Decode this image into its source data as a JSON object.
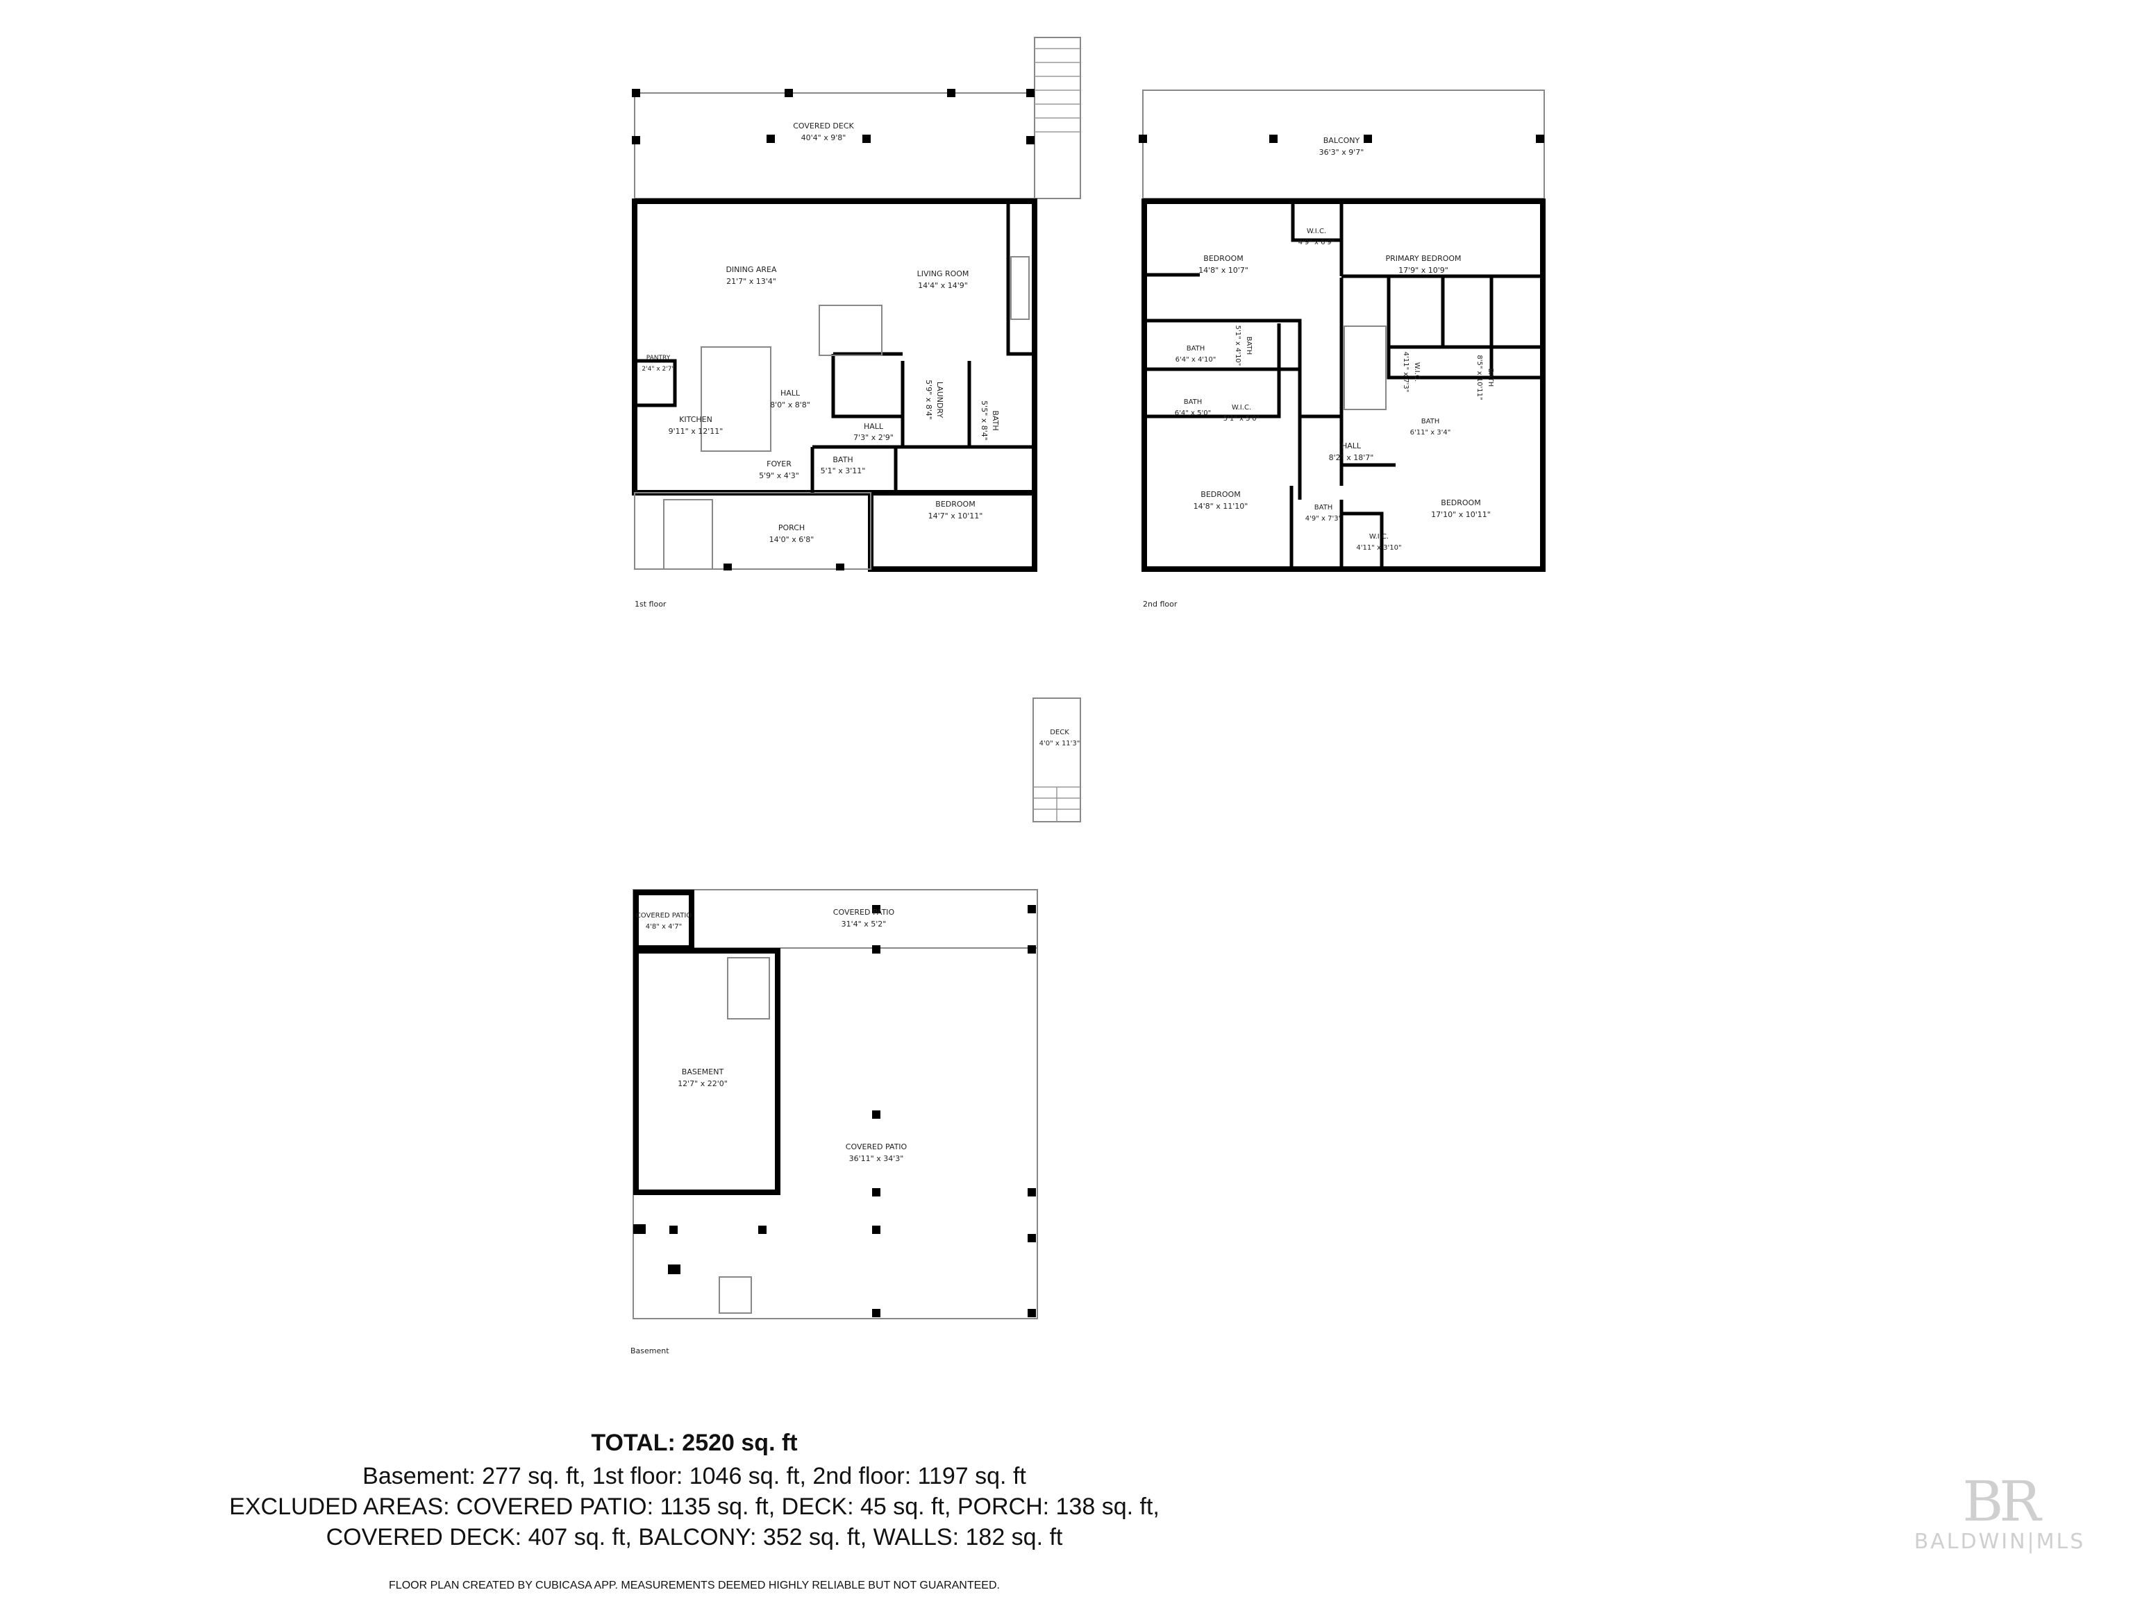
{
  "first_floor": {
    "caption": "1st floor",
    "rooms": [
      {
        "name": "COVERED DECK",
        "size": "40'4\" x 9'8\""
      },
      {
        "name": "DINING AREA",
        "size": "21'7\" x 13'4\""
      },
      {
        "name": "LIVING ROOM",
        "size": "14'4\" x 14'9\""
      },
      {
        "name": "PANTRY",
        "size": "2'4\" x 2'7\""
      },
      {
        "name": "HALL",
        "size": "8'0\" x 8'8\""
      },
      {
        "name": "KITCHEN",
        "size": "9'11\" x 12'11\""
      },
      {
        "name": "LAUNDRY",
        "size": "5'9\" x 8'4\""
      },
      {
        "name": "BATH",
        "size": "5'5\" x 8'4\""
      },
      {
        "name": "HALL",
        "size": "7'3\" x 2'9\""
      },
      {
        "name": "BATH",
        "size": "5'1\" x 3'11\""
      },
      {
        "name": "FOYER",
        "size": "5'9\" x 4'3\""
      },
      {
        "name": "BEDROOM",
        "size": "14'7\" x 10'11\""
      },
      {
        "name": "PORCH",
        "size": "14'0\" x 6'8\""
      }
    ]
  },
  "second_floor": {
    "caption": "2nd floor",
    "rooms": [
      {
        "name": "BALCONY",
        "size": "36'3\" x 9'7\""
      },
      {
        "name": "BEDROOM",
        "size": "14'8\" x 10'7\""
      },
      {
        "name": "W.I.C.",
        "size": "4'9\" x 6'9\""
      },
      {
        "name": "PRIMARY BEDROOM",
        "size": "17'9\" x 10'9\""
      },
      {
        "name": "BATH",
        "size": "6'4\" x 4'10\""
      },
      {
        "name": "BATH",
        "size": "5'1\" x 4'10\""
      },
      {
        "name": "W.I.C.",
        "size": "4'11\" x 7'3\""
      },
      {
        "name": "BATH",
        "size": "8'5\" x 10'11\""
      },
      {
        "name": "BATH",
        "size": "6'4\" x 5'0\""
      },
      {
        "name": "W.I.C.",
        "size": "5'1\" x 5'0\""
      },
      {
        "name": "BATH",
        "size": "6'11\" x 3'4\""
      },
      {
        "name": "HALL",
        "size": "8'2\" x 18'7\""
      },
      {
        "name": "BEDROOM",
        "size": "14'8\" x 11'10\""
      },
      {
        "name": "BATH",
        "size": "4'9\" x 7'3\""
      },
      {
        "name": "BEDROOM",
        "size": "17'10\" x 10'11\""
      },
      {
        "name": "W.I.C.",
        "size": "4'11\" x 3'10\""
      }
    ]
  },
  "deck": {
    "name": "DECK",
    "size": "4'0\" x 11'3\""
  },
  "basement": {
    "caption": "Basement",
    "rooms": [
      {
        "name": "COVERED PATIO",
        "size": "4'8\" x 4'7\""
      },
      {
        "name": "COVERED PATIO",
        "size": "31'4\" x 5'2\""
      },
      {
        "name": "BASEMENT",
        "size": "12'7\" x 22'0\""
      },
      {
        "name": "COVERED PATIO",
        "size": "36'11\" x 34'3\""
      }
    ]
  },
  "summary": {
    "total": "TOTAL: 2520 sq. ft",
    "line1": "Basement: 277 sq. ft, 1st floor: 1046 sq. ft, 2nd floor: 1197 sq. ft",
    "line2": "EXCLUDED AREAS: COVERED PATIO: 1135 sq. ft, DECK: 45 sq. ft, PORCH: 138 sq. ft,",
    "line3": "COVERED DECK: 407 sq. ft, BALCONY: 352 sq. ft, WALLS: 182 sq. ft",
    "disclaimer": "FLOOR PLAN CREATED BY CUBICASA APP. MEASUREMENTS DEEMED HIGHLY RELIABLE BUT NOT GUARANTEED."
  },
  "watermark": {
    "mark": "BR",
    "text": "BALDWIN|MLS",
    "color": "#cfcfcf"
  }
}
